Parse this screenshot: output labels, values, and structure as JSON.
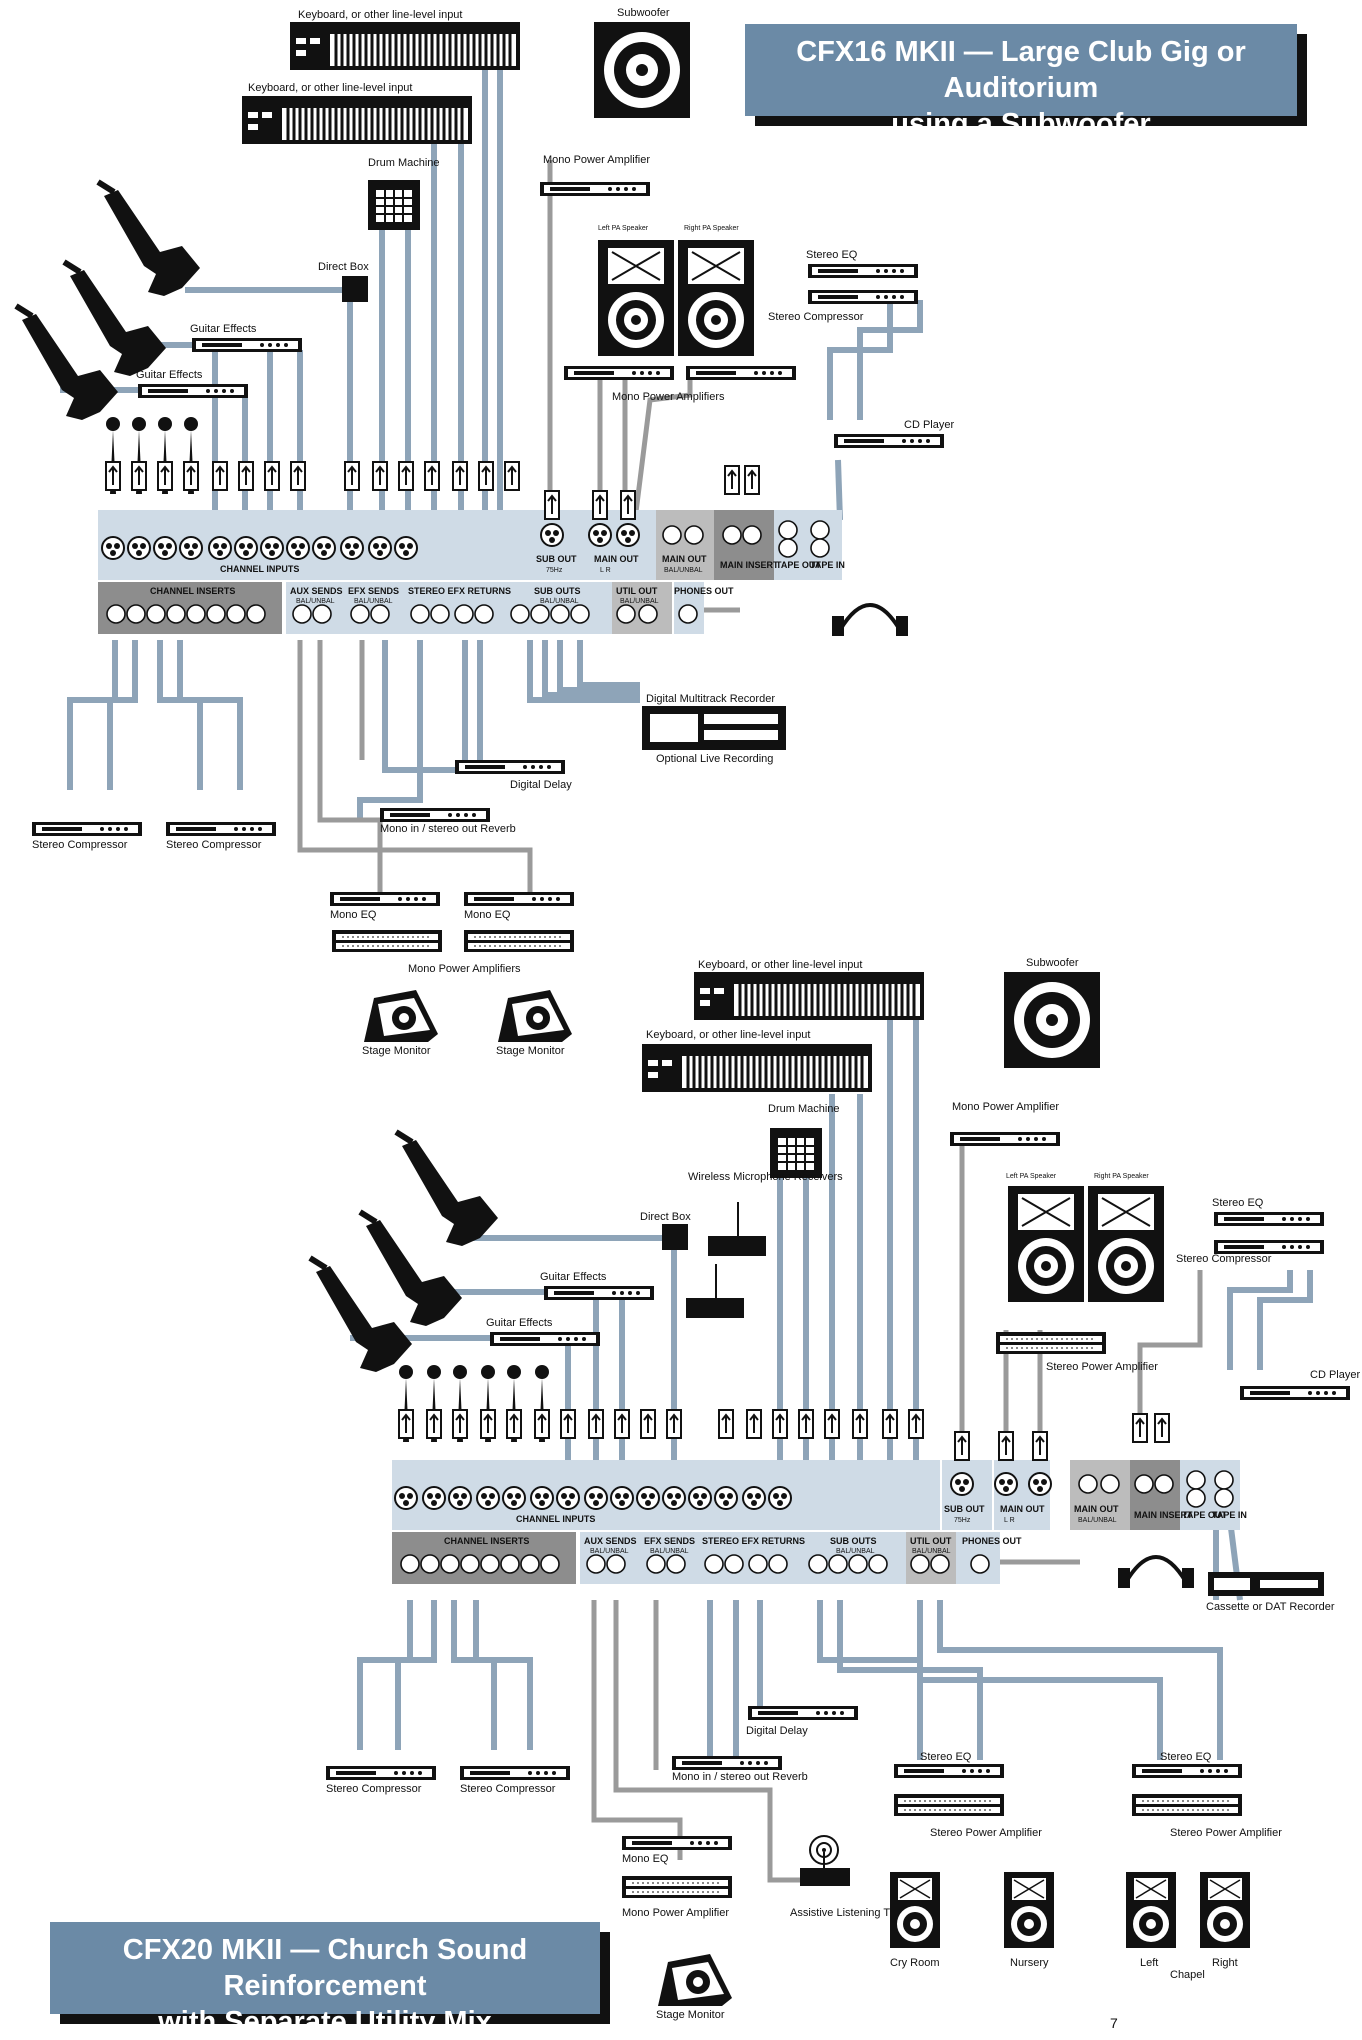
{
  "titles": {
    "top_line1": "CFX16 MKII — Large Club Gig or Auditorium",
    "top_line2": "using a Subwoofer",
    "bottom_line1": "CFX20 MKII — Church Sound Reinforcement",
    "bottom_line2": "with Separate Utility Mix"
  },
  "page_number": "7",
  "top": {
    "keyboard1": "Keyboard, or other line-level input",
    "keyboard2": "Keyboard, or other line-level input",
    "subwoofer": "Subwoofer",
    "mono_power_amp": "Mono Power Amplifier",
    "left_pa": "Left PA Speaker",
    "right_pa": "Right PA Speaker",
    "mono_power_amps": "Mono Power Amplifiers",
    "stereo_eq": "Stereo EQ",
    "stereo_comp": "Stereo Compressor",
    "cd_player": "CD Player",
    "drum_machine": "Drum Machine",
    "direct_box": "Direct Box",
    "guitar_fx1": "Guitar Effects",
    "guitar_fx2": "Guitar Effects",
    "channel_inputs": "CHANNEL INPUTS",
    "sub_out": "SUB OUT",
    "sub_out_sub": "75Hz",
    "main_out": "MAIN OUT",
    "main_out_lr": "L     R",
    "main_out_bal": "MAIN OUT",
    "main_out_bal_sub": "BAL/UNBAL",
    "main_insert": "MAIN INSERT",
    "tape_out": "TAPE OUT",
    "tape_in": "TAPE IN",
    "channel_inserts": "CHANNEL INSERTS",
    "aux_sends": "AUX SENDS",
    "efx_sends": "EFX SENDS",
    "stereo_efx_returns": "STEREO EFX RETURNS",
    "sub_outs": "SUB OUTS",
    "util_out": "UTIL OUT",
    "phones_out": "PHONES OUT",
    "bal_unbal": "BAL/UNBAL",
    "digital_multitrack": "Digital Multitrack Recorder",
    "optional_live": "Optional Live Recording",
    "digital_delay": "Digital Delay",
    "reverb": "Mono in / stereo out Reverb",
    "stereo_comp_a": "Stereo Compressor",
    "stereo_comp_b": "Stereo Compressor",
    "mono_eq_a": "Mono EQ",
    "mono_eq_b": "Mono EQ",
    "mono_power_amplifiers": "Mono Power Amplifiers",
    "stage_monitor_a": "Stage Monitor",
    "stage_monitor_b": "Stage Monitor"
  },
  "bottom": {
    "keyboard1": "Keyboard, or other line-level input",
    "keyboard2": "Keyboard, or other line-level input",
    "subwoofer": "Subwoofer",
    "mono_power_amp": "Mono Power Amplifier",
    "drum_machine": "Drum Machine",
    "wireless": "Wireless Microphone Receivers",
    "direct_box": "Direct Box",
    "guitar_fx1": "Guitar Effects",
    "guitar_fx2": "Guitar Effects",
    "left_pa": "Left PA Speaker",
    "right_pa": "Right PA Speaker",
    "stereo_power_amp": "Stereo Power Amplifier",
    "stereo_eq": "Stereo EQ",
    "stereo_comp": "Stereo Compressor",
    "cd_player": "CD Player",
    "channel_inputs": "CHANNEL INPUTS",
    "sub_out": "SUB OUT",
    "sub_out_sub": "75Hz",
    "main_out": "MAIN OUT",
    "main_out_lr": "L     R",
    "main_out_bal": "MAIN OUT",
    "main_out_bal_sub": "BAL/UNBAL",
    "main_insert": "MAIN INSERT",
    "tape_out": "TAPE OUT",
    "tape_in": "TAPE IN",
    "channel_inserts": "CHANNEL INSERTS",
    "aux_sends": "AUX SENDS",
    "efx_sends": "EFX SENDS",
    "stereo_efx_returns": "STEREO EFX RETURNS",
    "sub_outs": "SUB OUTS",
    "util_out": "UTIL OUT",
    "phones_out": "PHONES OUT",
    "bal_unbal": "BAL/UNBAL",
    "cassette": "Cassette or DAT Recorder",
    "digital_delay": "Digital Delay",
    "reverb": "Mono in / stereo out Reverb",
    "stereo_comp_a": "Stereo Compressor",
    "stereo_comp_b": "Stereo Compressor",
    "mono_eq": "Mono EQ",
    "mono_power_amp2": "Mono Power Amplifier",
    "stage_monitor": "Stage Monitor",
    "assistive": "Assistive Listening Transmitter",
    "stereo_eq_a": "Stereo EQ",
    "stereo_eq_b": "Stereo EQ",
    "stereo_power_amp_a": "Stereo Power Amplifier",
    "stereo_power_amp_b": "Stereo Power Amplifier",
    "cry_room": "Cry Room",
    "nursery": "Nursery",
    "left": "Left",
    "right": "Right",
    "chapel": "Chapel"
  },
  "colors": {
    "cable": "#8ea4b8",
    "gray_cable": "#9a9a9a",
    "panel": "#cfdbe6",
    "panel_dark": "#8d8d8d",
    "title_bg": "#6b8aa6",
    "ink": "#111111"
  }
}
